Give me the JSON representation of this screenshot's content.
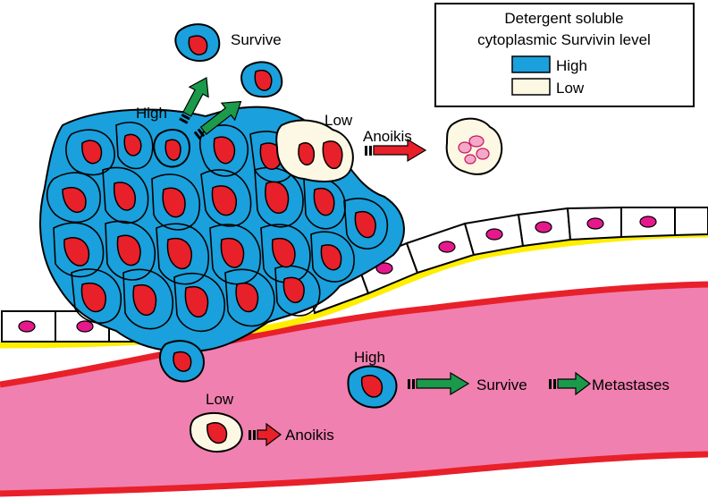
{
  "legend": {
    "title_line1": "Detergent soluble",
    "title_line2": "cytoplasmic Survivin level",
    "high_label": "High",
    "low_label": "Low",
    "high_color": "#1aa0dc",
    "low_color": "#fdf8e4"
  },
  "labels": {
    "survive_top": "Survive",
    "high_top": "High",
    "low_top": "Low",
    "anoikis_top": "Anoikis",
    "high_vessel": "High",
    "survive_vessel": "Survive",
    "metastases": "Metastases",
    "low_vessel": "Low",
    "anoikis_vessel": "Anoikis"
  },
  "colors": {
    "cell_high": "#1aa0dc",
    "nucleus": "#e8202a",
    "vessel_lumen": "#f080b0",
    "vessel_wall": "#e8202a",
    "basement_membrane": "#ffee00",
    "endothelial_nucleus": "#e6198c",
    "arrow_survive": "#1a9a4a",
    "arrow_anoikis": "#e8202a"
  }
}
